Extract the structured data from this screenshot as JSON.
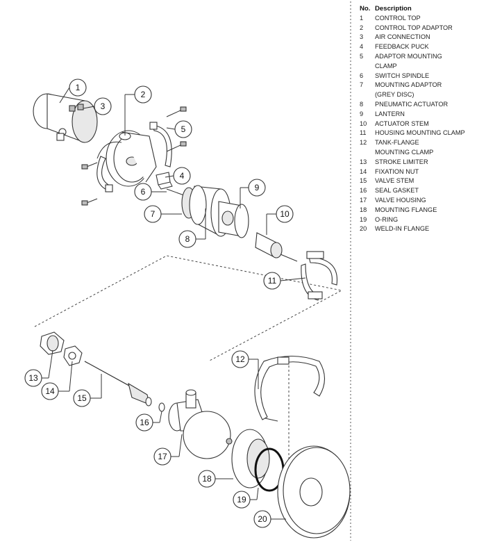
{
  "legend": {
    "header_no": "No.",
    "header_desc": "Description",
    "items": [
      {
        "no": "1",
        "desc": "CONTROL TOP"
      },
      {
        "no": "2",
        "desc": "CONTROL TOP ADAPTOR"
      },
      {
        "no": "3",
        "desc": "AIR CONNECTION"
      },
      {
        "no": "4",
        "desc": "FEEDBACK PUCK"
      },
      {
        "no": "5",
        "desc": "ADAPTOR MOUNTING",
        "desc2": "CLAMP"
      },
      {
        "no": "6",
        "desc": "SWITCH SPINDLE"
      },
      {
        "no": "7",
        "desc": "MOUNTING ADAPTOR",
        "desc2": "(GREY DISC)"
      },
      {
        "no": "8",
        "desc": "PNEUMATIC ACTUATOR"
      },
      {
        "no": "9",
        "desc": "LANTERN"
      },
      {
        "no": "10",
        "desc": "ACTUATOR STEM"
      },
      {
        "no": "11",
        "desc": "HOUSING MOUNTING CLAMP"
      },
      {
        "no": "12",
        "desc": "TANK-FLANGE",
        "desc2": "MOUNTING CLAMP"
      },
      {
        "no": "13",
        "desc": "STROKE LIMITER"
      },
      {
        "no": "14",
        "desc": "FIXATION NUT"
      },
      {
        "no": "15",
        "desc": "VALVE STEM"
      },
      {
        "no": "16",
        "desc": "SEAL GASKET"
      },
      {
        "no": "17",
        "desc": "VALVE HOUSING"
      },
      {
        "no": "18",
        "desc": "MOUNTING FLANGE"
      },
      {
        "no": "19",
        "desc": "O-RING"
      },
      {
        "no": "20",
        "desc": "WELD-IN FLANGE"
      }
    ]
  },
  "callouts": [
    "1",
    "2",
    "3",
    "4",
    "5",
    "6",
    "7",
    "8",
    "9",
    "10",
    "11",
    "12",
    "13",
    "14",
    "15",
    "16",
    "17",
    "18",
    "19",
    "20"
  ]
}
